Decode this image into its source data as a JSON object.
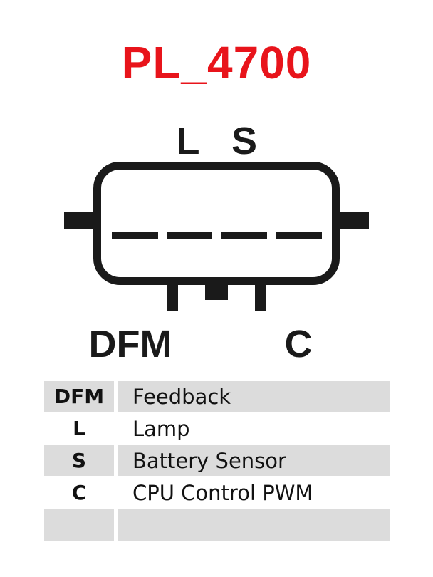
{
  "title": "PL_4700",
  "colors": {
    "title": "#e8141b",
    "drawing": "#1a1a1a",
    "row_shade": "#dcdcdc"
  },
  "diagram": {
    "top_labels": [
      "L",
      "S"
    ],
    "bottom_labels": [
      "DFM",
      "C"
    ]
  },
  "legend": {
    "rows": [
      {
        "code": "DFM",
        "description": "Feedback",
        "shaded": true
      },
      {
        "code": "L",
        "description": "Lamp",
        "shaded": false
      },
      {
        "code": "S",
        "description": "Battery Sensor",
        "shaded": true
      },
      {
        "code": "C",
        "description": "CPU Control PWM",
        "shaded": false
      },
      {
        "code": "",
        "description": "",
        "shaded": true
      }
    ]
  }
}
